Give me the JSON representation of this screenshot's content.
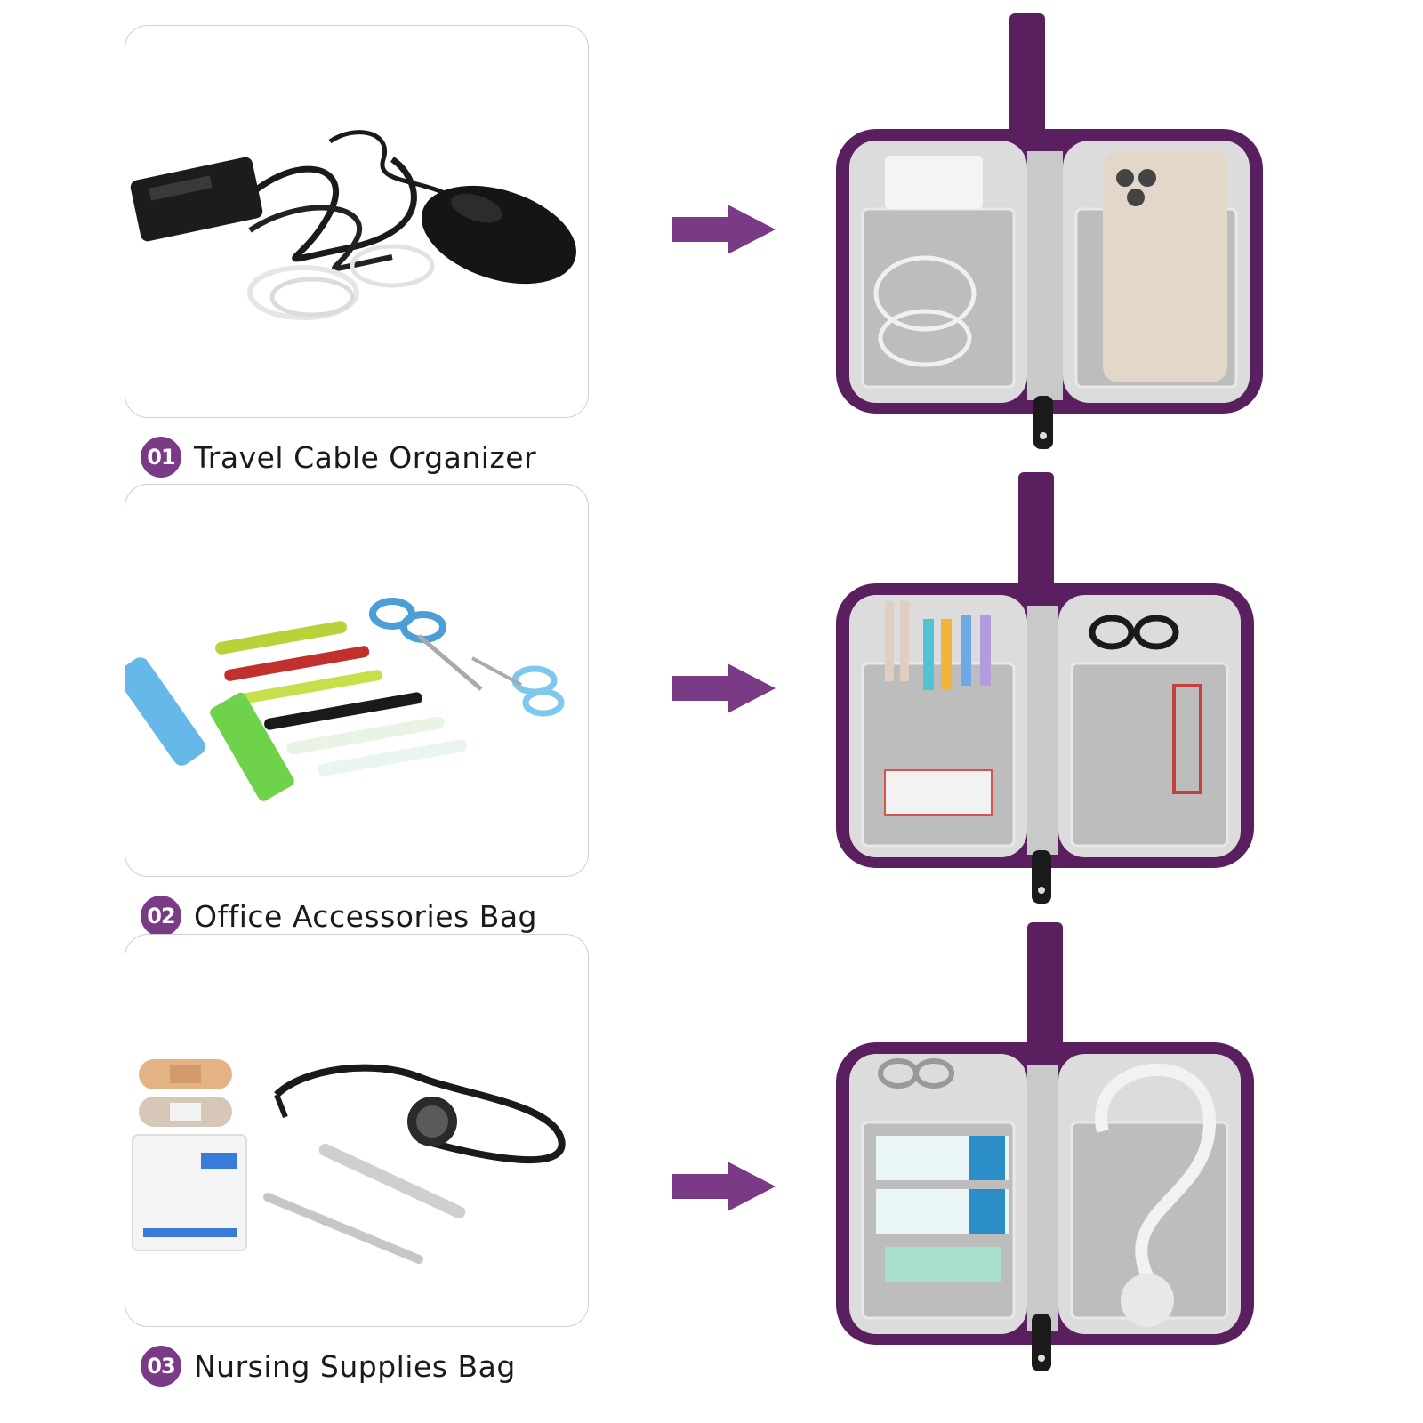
{
  "rows": [
    {
      "number": "01",
      "title": "Travel Cable Organizer"
    },
    {
      "number": "02",
      "title": "Office Accessories Bag"
    },
    {
      "number": "03",
      "title": "Nursing Supplies Bag"
    }
  ],
  "icons": [
    "arrow-right-icon"
  ],
  "colors": {
    "accent_purple": "#7b3a85",
    "bag_purple": "#5a1f5e",
    "lining_gray": "#d8d8d8",
    "caption_text": "#1a1a1a"
  }
}
